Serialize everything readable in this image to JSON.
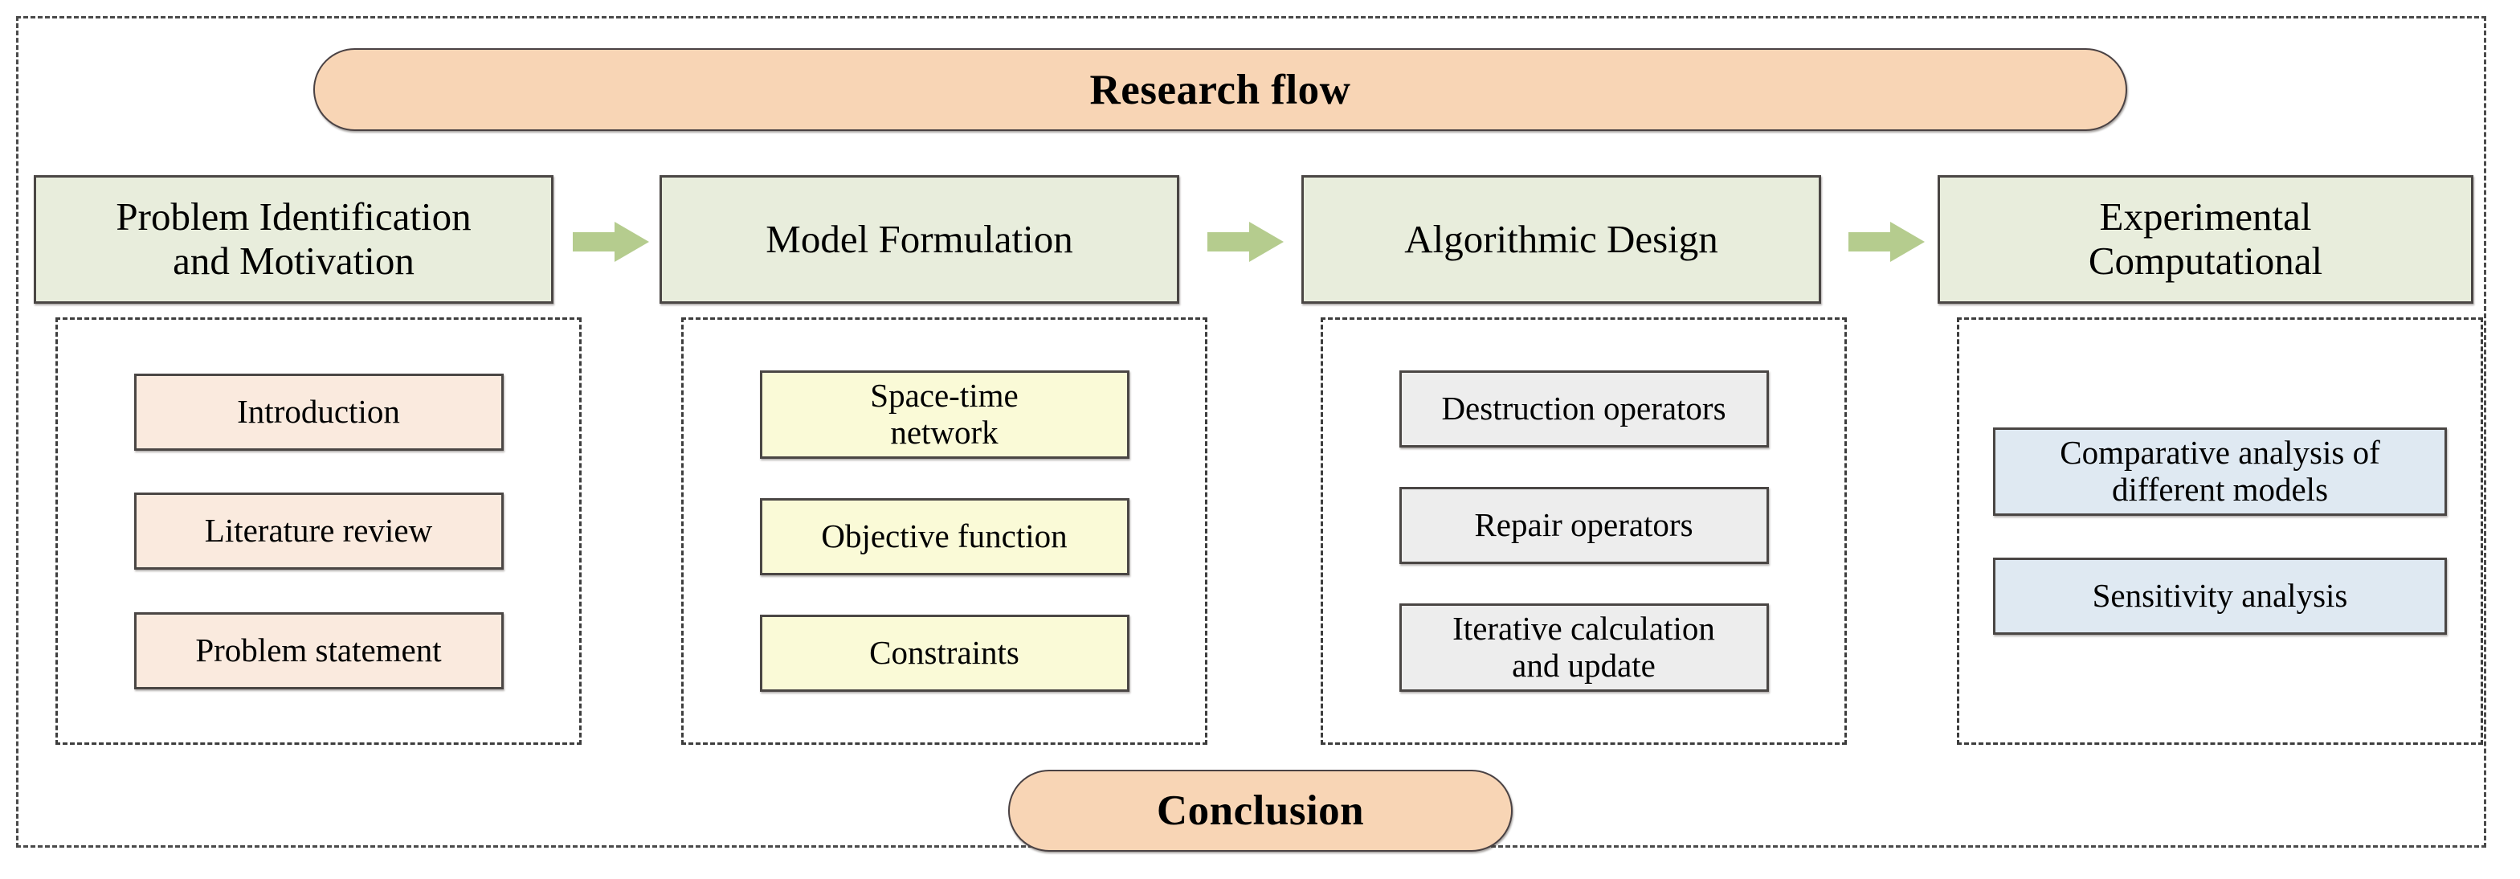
{
  "diagram": {
    "title": "Research flow",
    "conclusion": "Conclusion",
    "colors": {
      "title_pill_fill": "#F8D5B5",
      "stage_fill": "#E8EDDC",
      "arrow_fill": "#B5CC8E",
      "sub_peach_fill": "#FAEADE",
      "sub_yellow_fill": "#FAFAD7",
      "sub_gray_fill": "#EDEDED",
      "sub_blue_fill": "#DFE9F2",
      "border": "#4a4644",
      "dashed_border": "#3d3d3d"
    },
    "stages": [
      {
        "label": "Problem Identification\nand Motivation"
      },
      {
        "label": "Model Formulation"
      },
      {
        "label": "Algorithmic Design"
      },
      {
        "label": "Experimental\nComputational"
      }
    ],
    "arrows": [
      {
        "name": "arrow-right-icon"
      },
      {
        "name": "arrow-right-icon"
      },
      {
        "name": "arrow-right-icon"
      }
    ],
    "subgroups": [
      {
        "items": [
          {
            "label": "Introduction"
          },
          {
            "label": "Literature review"
          },
          {
            "label": "Problem statement"
          }
        ]
      },
      {
        "items": [
          {
            "label": "Space-time\nnetwork"
          },
          {
            "label": "Objective function"
          },
          {
            "label": "Constraints"
          }
        ]
      },
      {
        "items": [
          {
            "label": "Destruction operators"
          },
          {
            "label": "Repair operators"
          },
          {
            "label": "Iterative calculation\nand update"
          }
        ]
      },
      {
        "items": [
          {
            "label": "Comparative analysis of\ndifferent models"
          },
          {
            "label": "Sensitivity analysis"
          }
        ]
      }
    ]
  }
}
